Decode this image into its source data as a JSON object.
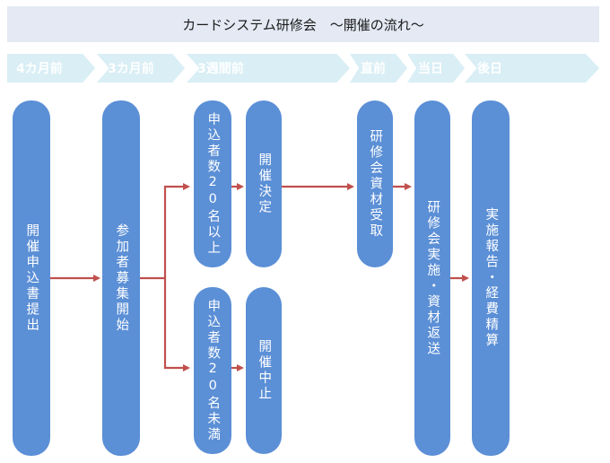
{
  "title": "カードシステム研修会　～開催の流れ～",
  "timeline": [
    {
      "label": "4カ月前"
    },
    {
      "label": "3カ月前"
    },
    {
      "label": "3週間前"
    },
    {
      "label": "直前"
    },
    {
      "label": "当日"
    },
    {
      "label": "後日"
    }
  ],
  "steps": {
    "apply": "開催申込書提出",
    "recruit": "参加者募集開始",
    "over20": "申込者数20名以上",
    "decided": "開催決定",
    "under20": "申込者数20名未満",
    "cancel": "開催中止",
    "materials_receive": "研修会資材受取",
    "held_return": "研修会実施・資材返送",
    "report": "実施報告・経費精算"
  },
  "colors": {
    "title_bg": "#e4e9f4",
    "chevron_bg": "#d9eef5",
    "pill": "#5b8fd6",
    "arrow": "#c0504d"
  }
}
